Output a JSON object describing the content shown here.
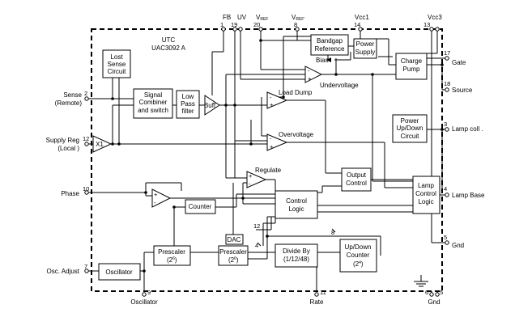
{
  "chip": {
    "maker": "UTC",
    "part": "UAC3092 A"
  },
  "top_pins": [
    {
      "id": "fb",
      "num": "1",
      "name": "FB"
    },
    {
      "id": "uv",
      "num": "19",
      "name": "UV"
    },
    {
      "id": "vref",
      "num": "20",
      "name": "V",
      "sub": "REF"
    },
    {
      "id": "vref-prime",
      "num": "8",
      "name": "V",
      "sub": "REF'"
    },
    {
      "id": "vcc1",
      "num": "14",
      "name": "Vcc1"
    },
    {
      "id": "vcc3",
      "num": "13",
      "name": "Vcc3"
    }
  ],
  "left_pins": [
    {
      "id": "sense",
      "num": "2",
      "name": "Sense",
      "name2": "(Remote)"
    },
    {
      "id": "supply-reg",
      "num": "12",
      "name": "Supply Reg",
      "name2": "(Local )"
    },
    {
      "id": "phase",
      "num": "10",
      "name": "Phase"
    },
    {
      "id": "osc-adjust",
      "num": "7",
      "name": "Osc. Adjust"
    }
  ],
  "right_pins": [
    {
      "id": "gate",
      "num": "17",
      "name": "Gate"
    },
    {
      "id": "source",
      "num": "18",
      "name": "Source"
    },
    {
      "id": "lamp-coil",
      "num": "3",
      "name": "Lamp coll ."
    },
    {
      "id": "lamp-base",
      "num": "4",
      "name": "Lamp Base"
    },
    {
      "id": "gnd-right",
      "num": "5",
      "name": "Gnd"
    }
  ],
  "bottom_pins": [
    {
      "id": "oscillator",
      "num": "9",
      "name": "Oscillator"
    },
    {
      "id": "rate",
      "num": "11",
      "name": "Rate"
    },
    {
      "id": "gnd-bottom",
      "num": "6",
      "num2": "5",
      "name": "Gnd"
    }
  ],
  "blocks": {
    "lost_sense": [
      "Lost",
      "Sense",
      "Circuit"
    ],
    "signal_combiner": [
      "Signal",
      "Combiner",
      "and switch"
    ],
    "low_pass": [
      "Low",
      "Pass",
      "filter"
    ],
    "buff": "Buff",
    "x1": "X1",
    "bandgap": [
      "Bandgap",
      "Reference"
    ],
    "bias": "Bias",
    "power_supply": [
      "Power",
      "Supply"
    ],
    "charge_pump": [
      "Charge",
      "Pump"
    ],
    "power_updown": [
      "Power",
      "Up/Down",
      "Circuit"
    ],
    "undervoltage": "Undervoltage",
    "load_dump": "Load Dump",
    "overvoltage": "Overvoltage",
    "regulate": "Regulate",
    "output_control": [
      "Output",
      "Control"
    ],
    "lamp_control": [
      "Lamp",
      "Control",
      "Logic"
    ],
    "control_logic": [
      "Control",
      "Logic"
    ],
    "counter": "Counter",
    "dac": "DAC",
    "prescaler1": {
      "label": "Prescaler",
      "exp": "(2",
      "sup": "6",
      "close": ")"
    },
    "prescaler2": {
      "label": "Prescaler",
      "exp": "(2",
      "sup": "6",
      "close": ")"
    },
    "divide_by": [
      "Divide By",
      "(1/12/48)"
    ],
    "updown_counter": {
      "l1": "Up/Down",
      "l2": "Counter",
      "exp": "(2",
      "sup": "4",
      "close": ")"
    },
    "oscillator": "Oscillator"
  },
  "bus_labels": {
    "b12": "12",
    "b4": "4",
    "b8": "8"
  },
  "signs": {
    "plus": "+",
    "minus": "-"
  }
}
